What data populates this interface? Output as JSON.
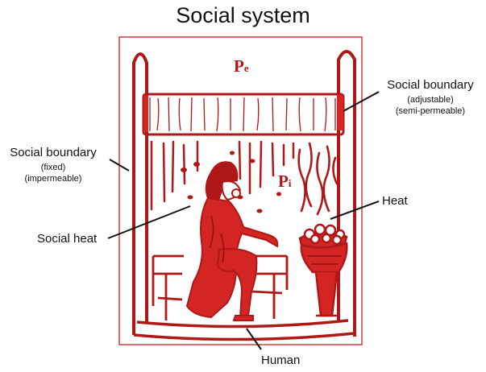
{
  "title": "Social system",
  "labels": {
    "pressure_outside": "P",
    "pressure_outside_sub": "e",
    "pressure_inside": "P",
    "pressure_inside_sub": "i",
    "boundary_adjustable": {
      "main": "Social boundary",
      "line1": "(adjustable)",
      "line2": "(semi-permeable)"
    },
    "boundary_fixed": {
      "main": "Social boundary",
      "line1": "(fixed)",
      "line2": "(impermeable)"
    },
    "heat": "Heat",
    "social_heat": "Social heat",
    "human": "Human"
  },
  "colors": {
    "drawing": "#b01818",
    "fill": "#d42525",
    "frame": "#c81e1e",
    "text": "#111111"
  }
}
